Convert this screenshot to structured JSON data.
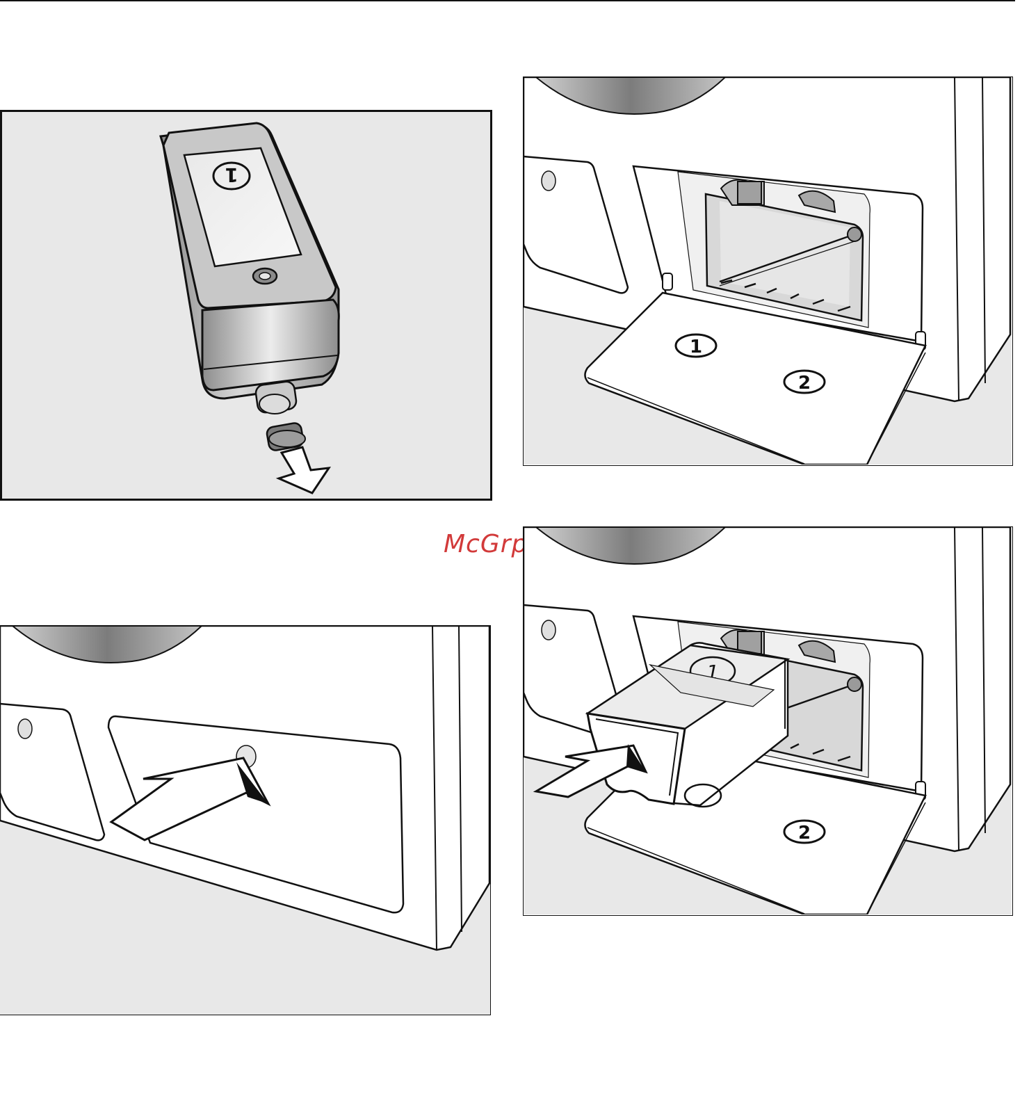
{
  "watermark": {
    "text": "McGrp.Ru"
  },
  "panels": [
    {
      "id": "p1",
      "label_1": "1"
    },
    {
      "id": "p2",
      "label_1": "1",
      "label_2": "2"
    },
    {
      "id": "p3"
    },
    {
      "id": "p4",
      "label_1": "1",
      "label_2": "2"
    }
  ],
  "colors": {
    "background_gray": "#e8e8e8",
    "appliance_white": "#ffffff",
    "outline": "#111111",
    "watermark": "#d23a3a"
  },
  "icons": [
    "detergent-cartridge-icon",
    "push-arrow-icon",
    "pull-arrow-icon",
    "hinged-flap-icon"
  ]
}
